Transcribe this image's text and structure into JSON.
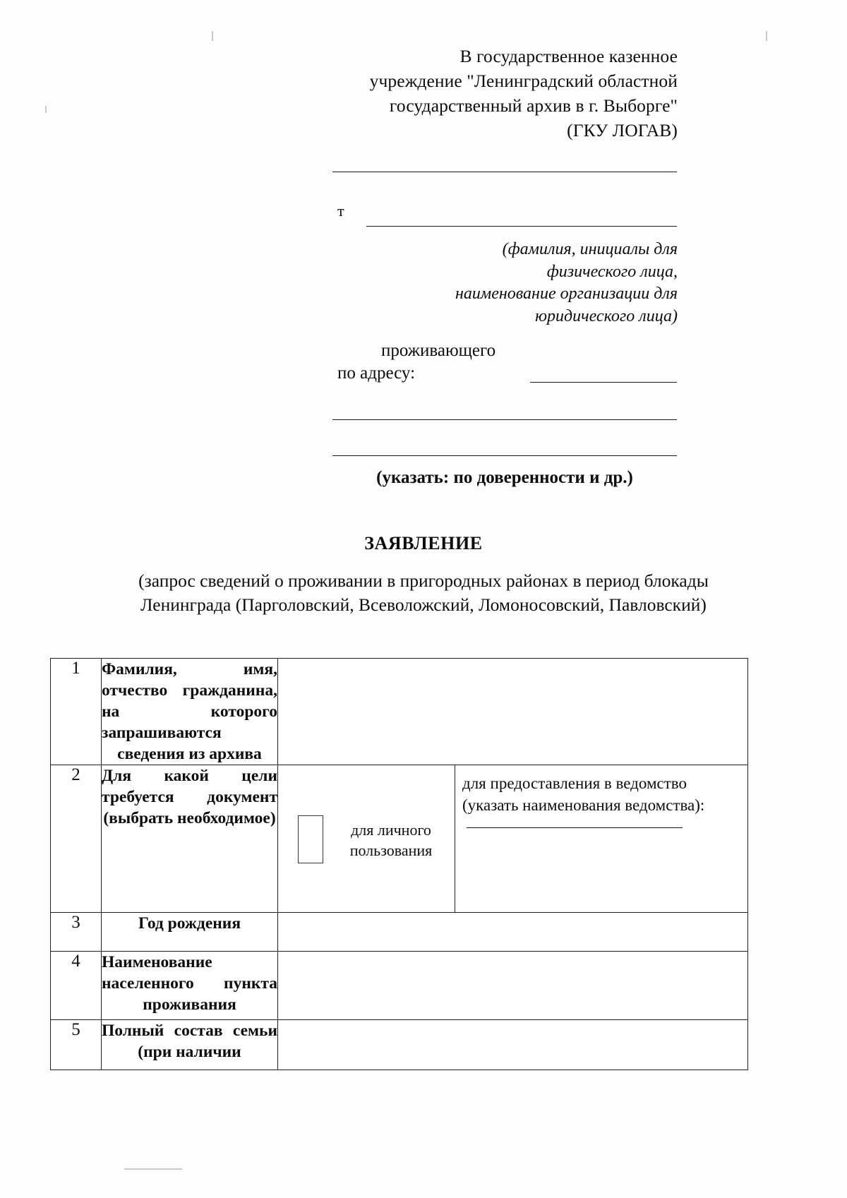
{
  "addressee": {
    "lines": [
      "В государственное казенное",
      "учреждение \"Ленинградский областной",
      "государственный архив в г. Выборге\"",
      "(ГКУ ЛОГАВ)"
    ]
  },
  "stray_glyph": "т",
  "applicant_caption": {
    "lines": [
      "(фамилия, инициалы для",
      "физического лица,",
      "наименование организации для",
      "юридического лица)"
    ]
  },
  "residence": {
    "residing_label": "проживающего",
    "address_label": "по адресу:"
  },
  "authority_note": "(указать: по доверенности и др.)",
  "title": "ЗАЯВЛЕНИЕ",
  "subtitle": "(запрос сведений о проживании в пригородных районах в период блокады Ленинграда (Парголовский, Всеволожский, Ломоносовский, Павловский)",
  "table": {
    "rows": [
      {
        "num": "1",
        "label": "Фамилия, имя, отчество гражданина, на которого запрашиваются сведения из архива",
        "value": ""
      },
      {
        "num": "2",
        "label": "Для какой цели требуется документ (выбрать необходимое)",
        "personal_use": "для личного пользования",
        "agency_use": "для предоставления в ведомство (указать наименования ведомства):"
      },
      {
        "num": "3",
        "label": "Год рождения",
        "value": ""
      },
      {
        "num": "4",
        "label": "Наименование населенного пункта проживания",
        "value": ""
      },
      {
        "num": "5",
        "label": "Полный состав семьи (при наличии",
        "value": ""
      }
    ]
  }
}
